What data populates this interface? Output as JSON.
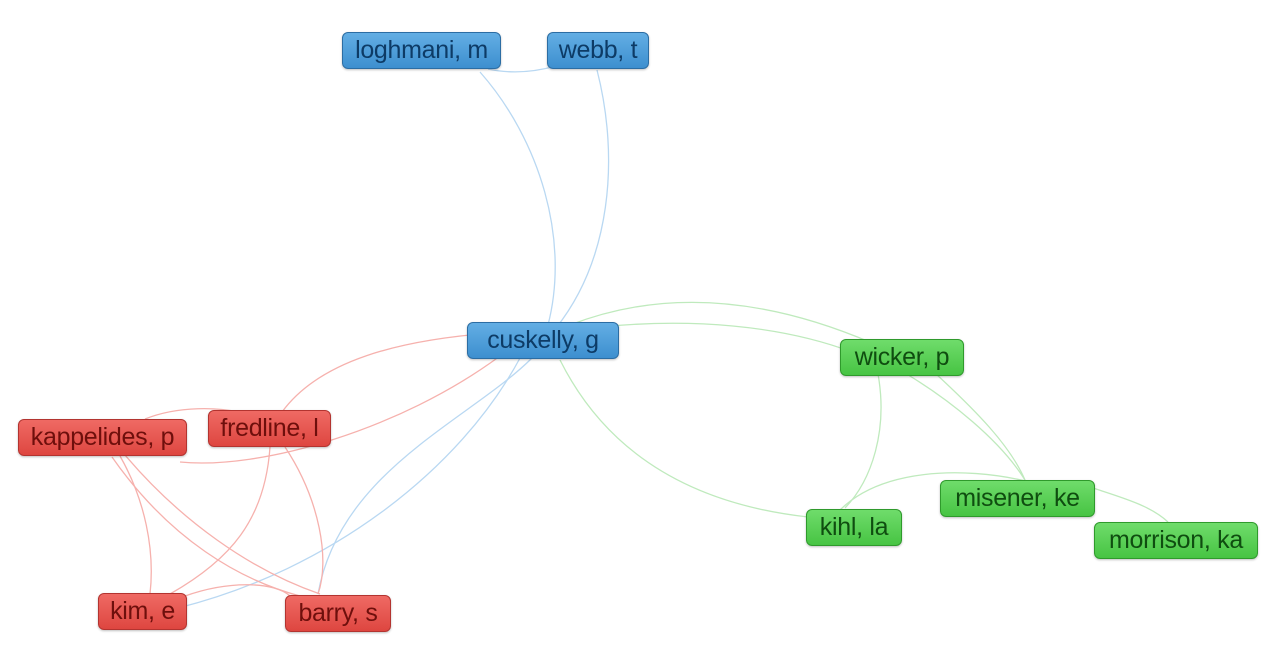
{
  "colors": {
    "blue": "#4a9ad8",
    "red": "#e5504a",
    "green": "#55cf51",
    "edge_blue": "#b9d8f2",
    "edge_red": "#f6b1ad",
    "edge_green": "#bfeabd"
  },
  "nodes": {
    "loghmani": {
      "label": "loghmani, m",
      "cluster": "blue"
    },
    "webb": {
      "label": "webb, t",
      "cluster": "blue"
    },
    "cuskelly": {
      "label": "cuskelly, g",
      "cluster": "blue"
    },
    "wicker": {
      "label": "wicker, p",
      "cluster": "green"
    },
    "kihl": {
      "label": "kihl, la",
      "cluster": "green"
    },
    "misener": {
      "label": "misener, ke",
      "cluster": "green"
    },
    "morrison": {
      "label": "morrison, ka",
      "cluster": "green"
    },
    "kappelides": {
      "label": "kappelides, p",
      "cluster": "red"
    },
    "fredline": {
      "label": "fredline, l",
      "cluster": "red"
    },
    "kim": {
      "label": "kim, e",
      "cluster": "red"
    },
    "barry": {
      "label": "barry, s",
      "cluster": "red"
    }
  },
  "edges": [
    [
      "loghmani",
      "webb"
    ],
    [
      "loghmani",
      "cuskelly"
    ],
    [
      "webb",
      "cuskelly"
    ],
    [
      "cuskelly",
      "wicker"
    ],
    [
      "cuskelly",
      "kihl"
    ],
    [
      "cuskelly",
      "fredline"
    ],
    [
      "cuskelly",
      "kappelides"
    ],
    [
      "cuskelly",
      "kim"
    ],
    [
      "cuskelly",
      "barry"
    ],
    [
      "wicker",
      "kihl"
    ],
    [
      "wicker",
      "misener"
    ],
    [
      "kihl",
      "misener"
    ],
    [
      "misener",
      "morrison"
    ],
    [
      "kappelides",
      "fredline"
    ],
    [
      "kappelides",
      "kim"
    ],
    [
      "kappelides",
      "barry"
    ],
    [
      "fredline",
      "kim"
    ],
    [
      "fredline",
      "barry"
    ],
    [
      "kim",
      "barry"
    ]
  ]
}
